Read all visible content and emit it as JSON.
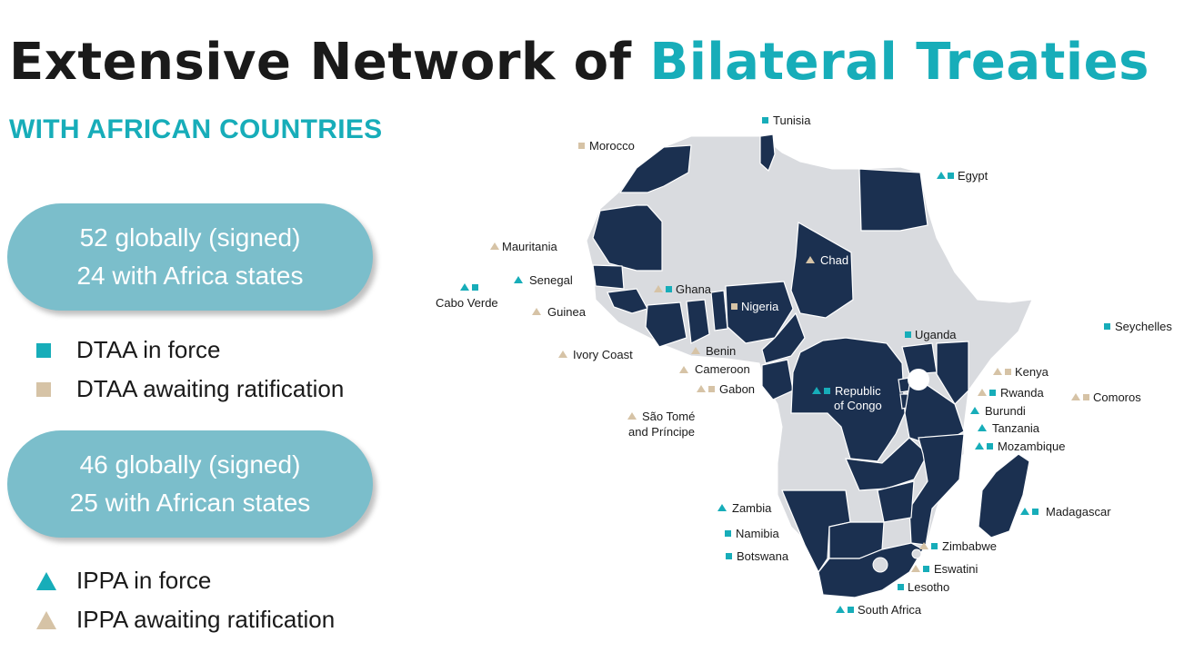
{
  "title": {
    "main": "Extensive Network of ",
    "accent": "Bilateral Treaties"
  },
  "subtitle": "WITH AFRICAN COUNTRIES",
  "dtaa_pill": {
    "line1": "52 globally (signed)",
    "line2": "24 with Africa states"
  },
  "ippa_pill": {
    "line1": "46 globally (signed)",
    "line2": "25 with African states"
  },
  "legend": {
    "dtaa_in_force": "DTAA in force",
    "dtaa_awaiting": "DTAA awaiting ratification",
    "ippa_in_force": "IPPA in force",
    "ippa_awaiting": "IPPA awaiting ratification"
  },
  "colors": {
    "accent": "#17adb9",
    "awaiting": "#d6c3a6",
    "treaty_country": "#1b3050",
    "other_country": "#d9dbdf",
    "pill": "#7bbecb"
  },
  "countries": {
    "tunisia": "Tunisia",
    "morocco": "Morocco",
    "egypt": "Egypt",
    "mauritania": "Mauritania",
    "cabo_verde": "Cabo Verde",
    "senegal": "Senegal",
    "guinea": "Guinea",
    "ghana": "Ghana",
    "chad": "Chad",
    "nigeria": "Nigeria",
    "ivory_coast": "Ivory Coast",
    "benin": "Benin",
    "cameroon": "Cameroon",
    "gabon": "Gabon",
    "sao_tome_1": "São Tomé",
    "sao_tome_2": "and Príncipe",
    "congo_1": "Republic",
    "congo_2": "of Congo",
    "uganda": "Uganda",
    "seychelles": "Seychelles",
    "kenya": "Kenya",
    "rwanda": "Rwanda",
    "comoros": "Comoros",
    "burundi": "Burundi",
    "tanzania": "Tanzania",
    "mozambique": "Mozambique",
    "zambia": "Zambia",
    "madagascar": "Madagascar",
    "namibia": "Namibia",
    "botswana": "Botswana",
    "zimbabwe": "Zimbabwe",
    "eswatini": "Eswatini",
    "lesotho": "Lesotho",
    "south_africa": "South Africa"
  }
}
